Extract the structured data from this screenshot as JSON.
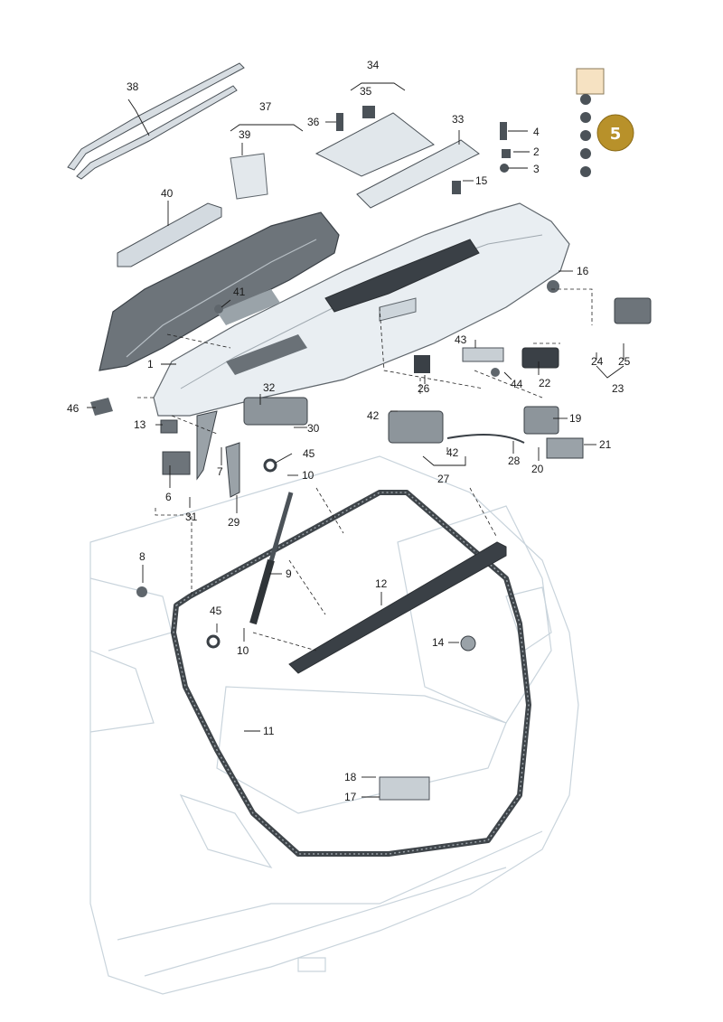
{
  "badge": {
    "number": "5",
    "color": "#b8912a"
  },
  "colors": {
    "part_fill": "#e9eef2",
    "part_dark": "#5f666c",
    "body_line": "#c9d4dc",
    "highlight": "#f6e2c2"
  },
  "callouts": [
    "1",
    "2",
    "3",
    "4",
    "5",
    "6",
    "7",
    "8",
    "9",
    "10",
    "10",
    "11",
    "12",
    "13",
    "14",
    "15",
    "16",
    "17",
    "18",
    "19",
    "20",
    "21",
    "22",
    "23",
    "24",
    "25",
    "26",
    "27",
    "28",
    "29",
    "30",
    "31",
    "32",
    "33",
    "34",
    "35",
    "36",
    "37",
    "38",
    "39",
    "40",
    "41",
    "42",
    "42",
    "43",
    "44",
    "45",
    "45",
    "46"
  ]
}
